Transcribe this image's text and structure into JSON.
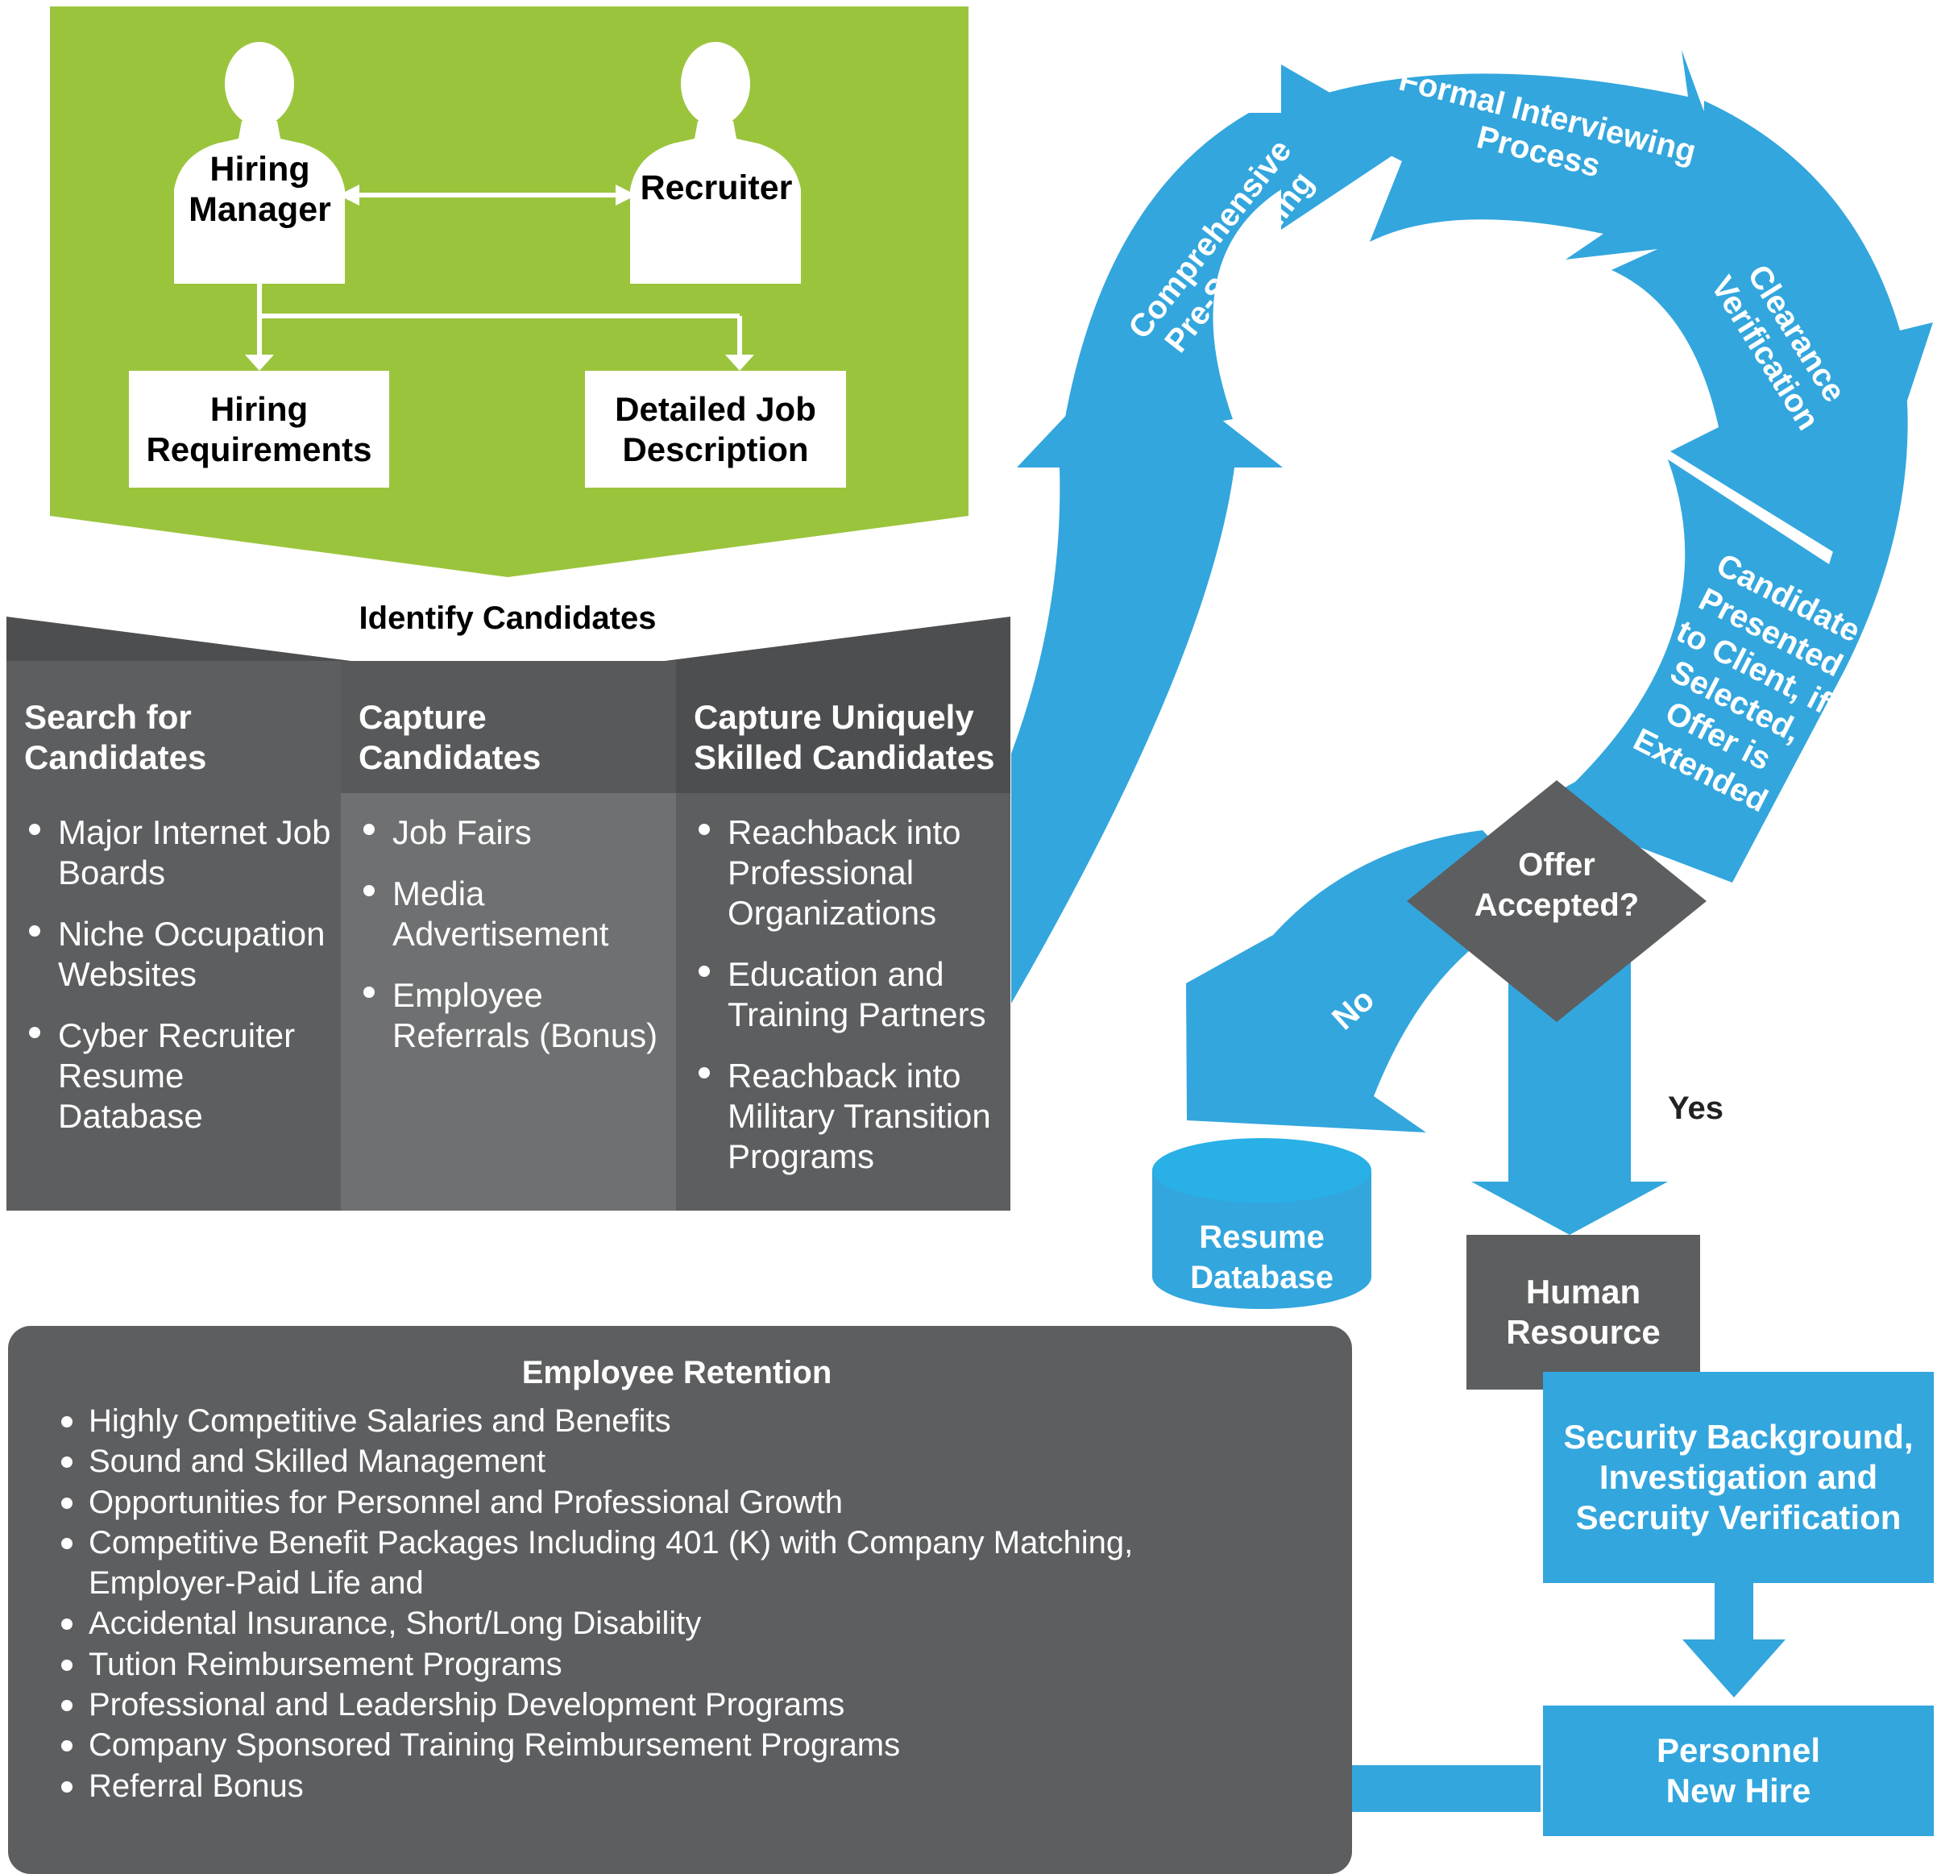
{
  "colors": {
    "green": "#9bc43d",
    "blue": "#33a6dd",
    "dark_gray": "#5d5e60",
    "mid_gray": "#6f7071",
    "charcoal": "#4d4e50",
    "white": "#ffffff"
  },
  "icons": [
    "person-silhouette-icon",
    "double-arrow-icon",
    "down-arrow-icon",
    "cycle-arrow-icon",
    "database-cylinder-icon",
    "decision-diamond-icon"
  ],
  "planning": {
    "hiring_manager": "Hiring Manager",
    "recruiter": "Recruiter",
    "hiring_requirements": "Hiring Requirements",
    "job_description": "Detailed Job Description"
  },
  "identify": {
    "title": "Identify Candidates",
    "columns": [
      {
        "heading": "Search for Candidates",
        "items": [
          "Major Internet Job Boards",
          "Niche Occupation Websites",
          "Cyber Recruiter Resume Database"
        ]
      },
      {
        "heading": "Capture Candidates",
        "items": [
          "Job Fairs",
          "Media Advertisement",
          "Employee Referrals (Bonus)"
        ]
      },
      {
        "heading": "Capture Uniquely Skilled Candidates",
        "items": [
          "Reachback into Professional Organizations",
          "Education and Training Partners",
          "Reachback into Military Transition Programs"
        ]
      }
    ]
  },
  "cycle": {
    "step1": [
      "Comprehensive",
      "Pre-Screening"
    ],
    "step2": [
      "Formal Interviewing",
      "Process"
    ],
    "step3": [
      "Clearance",
      "Verification"
    ],
    "step4": [
      "Candidate",
      "Presented",
      "to Client, if",
      "Selected,",
      "Offer is",
      "Extended"
    ]
  },
  "decision": {
    "question": "Offer Accepted?",
    "no": "No",
    "yes": "Yes"
  },
  "resume_database": "Resume Database",
  "human_resource": "Human Resource",
  "security": "Security Background, Investigation and Secruity Verification",
  "new_hire": "Personnel New Hire",
  "retention": {
    "title": "Employee Retention",
    "items": [
      "Highly Competitive Salaries and Benefits",
      "Sound and Skilled Management",
      "Opportunities for Personnel and Professional Growth",
      "Competitive Benefit Packages Including 401 (K) with Company Matching, Employer-Paid Life and",
      "Accidental Insurance, Short/Long Disability",
      "Tution Reimbursement Programs",
      "Professional and Leadership Development Programs",
      "Company Sponsored Training Reimbursement Programs",
      "Referral Bonus"
    ]
  }
}
